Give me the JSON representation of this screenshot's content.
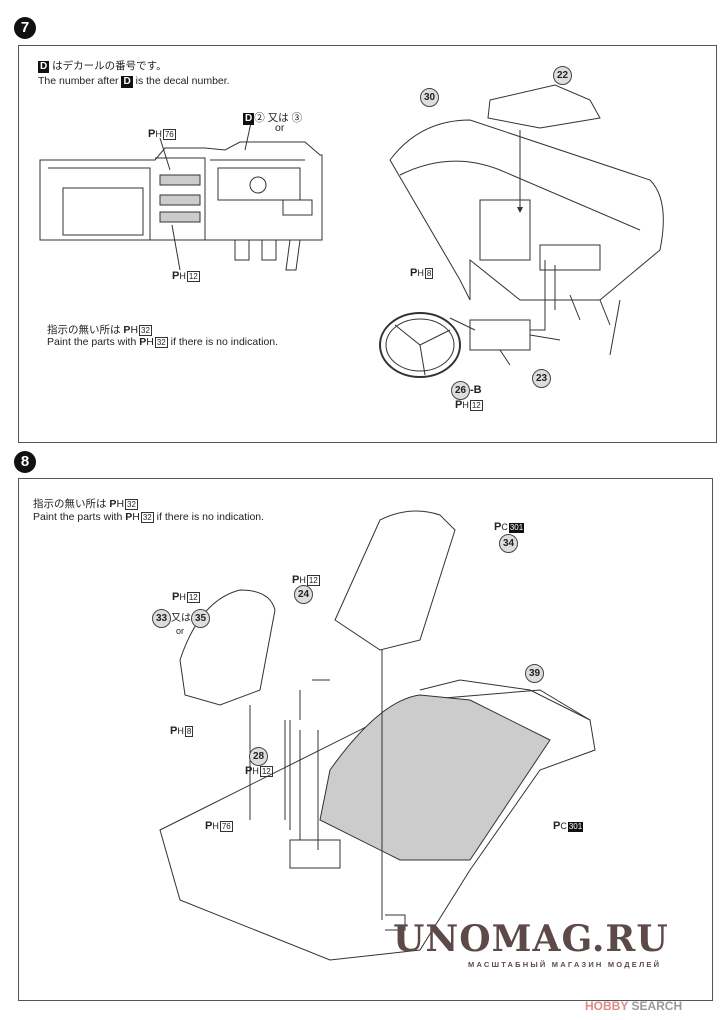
{
  "step7": {
    "number": "7",
    "decal_note_ja": "はデカールの番号です。",
    "decal_note_en_pre": "The number after",
    "decal_note_en_post": "is the decal number.",
    "decal_symbol": "D",
    "decal_choice": {
      "a": "②",
      "or_ja": "又は",
      "or_en": "or",
      "b": "③"
    },
    "paint_labels": [
      {
        "prefix": "P",
        "sub": "H",
        "code": "76"
      },
      {
        "prefix": "P",
        "sub": "H",
        "code": "12"
      },
      {
        "prefix": "P",
        "sub": "H",
        "code": "8"
      },
      {
        "prefix": "P",
        "sub": "H",
        "code": "12"
      }
    ],
    "default_paint_ja": "指示の無い所は",
    "default_paint_code": "32",
    "default_paint_en_pre": "Paint the parts with",
    "default_paint_en_post": "if there is no indication.",
    "parts": [
      "22",
      "30",
      "26",
      "23"
    ],
    "part_suffix": "-B"
  },
  "step8": {
    "number": "8",
    "default_paint_ja": "指示の無い所は",
    "default_paint_code": "32",
    "default_paint_en_pre": "Paint the parts with",
    "default_paint_en_post": "if there is no indication.",
    "paint_labels": [
      {
        "prefix": "P",
        "sub": "C",
        "code": "301"
      },
      {
        "prefix": "P",
        "sub": "H",
        "code": "12"
      },
      {
        "prefix": "P",
        "sub": "H",
        "code": "12"
      },
      {
        "prefix": "P",
        "sub": "H",
        "code": "8"
      },
      {
        "prefix": "P",
        "sub": "H",
        "code": "12"
      },
      {
        "prefix": "P",
        "sub": "C",
        "code": "301"
      },
      {
        "prefix": "P",
        "sub": "H",
        "code": "76"
      }
    ],
    "parts": [
      "34",
      "33",
      "35",
      "24",
      "39",
      "28"
    ],
    "or_ja": "又は",
    "or_en": "or"
  },
  "watermark": {
    "title": "UNOMAG.RU",
    "subtitle": "МАСШТАБНЫЙ МАГАЗИН МОДЕЛЕЙ",
    "hobby": "HOBBY",
    "search": "SEARCH"
  }
}
